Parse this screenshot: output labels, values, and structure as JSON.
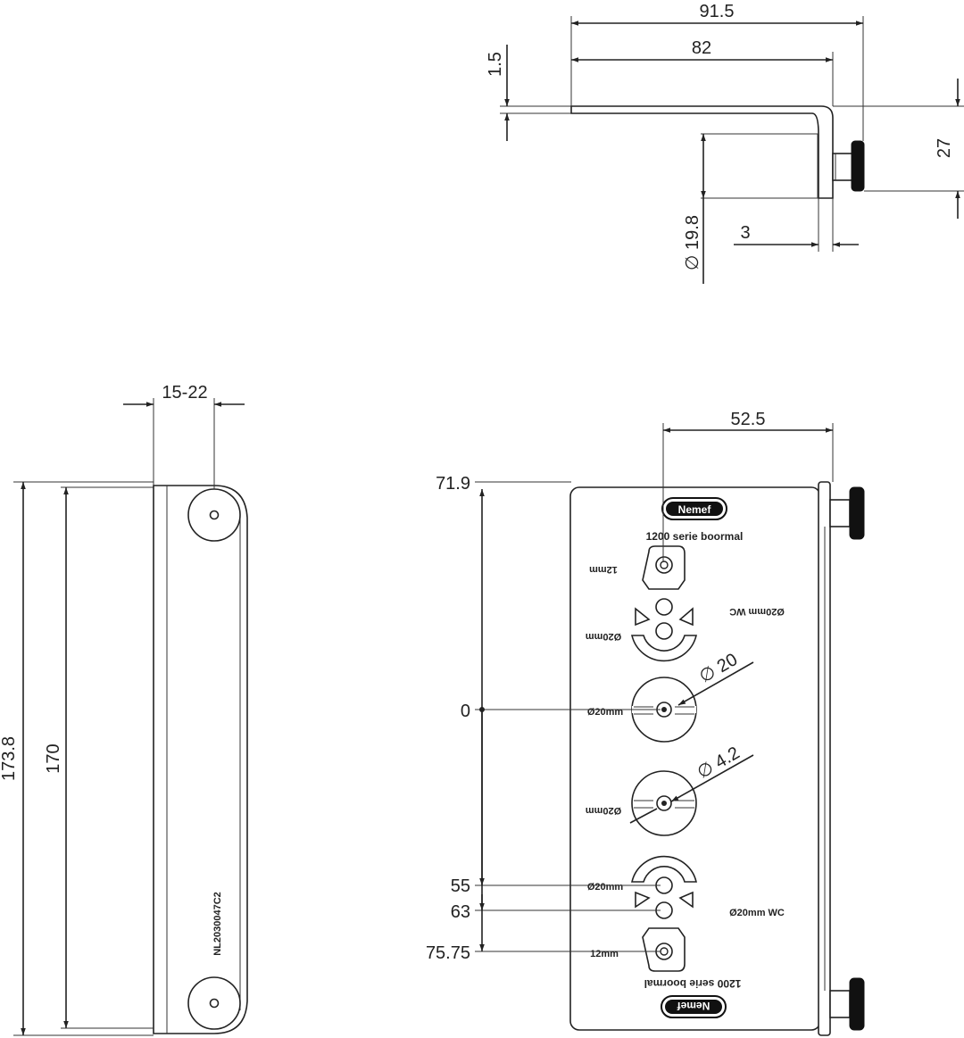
{
  "top_view": {
    "dims": {
      "d_91_5": "91.5",
      "d_82": "82",
      "d_1_5": "1.5",
      "d_27": "27",
      "d_3": "3",
      "d_19_8": "∅ 19.8"
    }
  },
  "side_view": {
    "dims": {
      "d_15_22": "15-22",
      "d_173_8": "173.8",
      "d_170": "170"
    },
    "part_code": "NL2030047C2"
  },
  "front_view": {
    "dims": {
      "d_52_5": "52.5",
      "d_71_9": "71.9",
      "d_0": "0",
      "d_55": "55",
      "d_63": "63",
      "d_75_75": "75.75",
      "d_20": "∅ 20",
      "d_4_2": "∅ 4.2"
    },
    "logo_text": "Nemef",
    "serie_label": "1200 serie boormal",
    "hole_labels": {
      "mm12": "12mm",
      "mm20": "Ø20mm",
      "mm20_wc": "Ø20mm WC"
    }
  }
}
